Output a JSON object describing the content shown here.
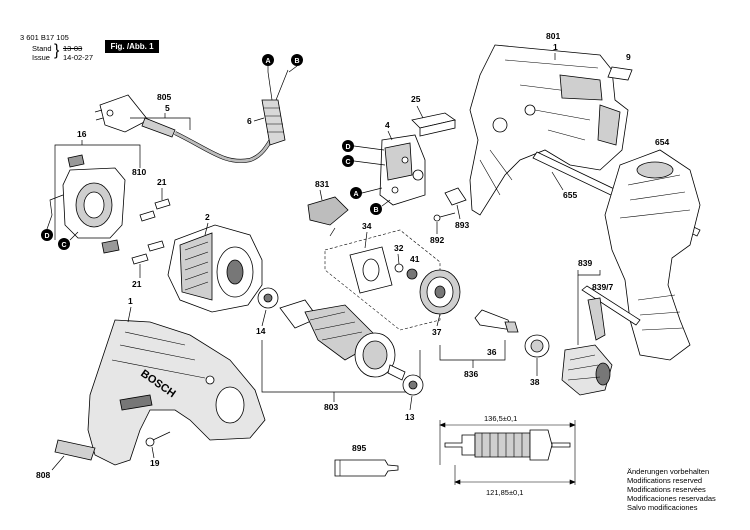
{
  "header": {
    "doc_number": "3 601 B17 105",
    "stand_label": "Stand",
    "issue_label": "Issue",
    "stand_value": "13-03",
    "issue_value": "14-02-27",
    "figure_label": "Fig. /Abb. 1"
  },
  "callouts": [
    {
      "id": "801",
      "text": "801"
    },
    {
      "id": "1-top",
      "text": "1"
    },
    {
      "id": "9",
      "text": "9"
    },
    {
      "id": "654",
      "text": "654"
    },
    {
      "id": "655",
      "text": "655"
    },
    {
      "id": "25",
      "text": "25"
    },
    {
      "id": "4",
      "text": "4"
    },
    {
      "id": "805",
      "text": "805"
    },
    {
      "id": "5",
      "text": "5"
    },
    {
      "id": "6",
      "text": "6"
    },
    {
      "id": "16",
      "text": "16"
    },
    {
      "id": "810",
      "text": "810"
    },
    {
      "id": "21-top",
      "text": "21"
    },
    {
      "id": "21-bottom",
      "text": "21"
    },
    {
      "id": "2",
      "text": "2"
    },
    {
      "id": "831",
      "text": "831"
    },
    {
      "id": "34",
      "text": "34"
    },
    {
      "id": "32",
      "text": "32"
    },
    {
      "id": "41",
      "text": "41"
    },
    {
      "id": "892",
      "text": "892"
    },
    {
      "id": "893",
      "text": "893"
    },
    {
      "id": "839",
      "text": "839"
    },
    {
      "id": "839-7",
      "text": "839/7"
    },
    {
      "id": "37",
      "text": "37"
    },
    {
      "id": "36",
      "text": "36"
    },
    {
      "id": "836",
      "text": "836"
    },
    {
      "id": "38",
      "text": "38"
    },
    {
      "id": "1-bottom",
      "text": "1"
    },
    {
      "id": "14",
      "text": "14"
    },
    {
      "id": "803",
      "text": "803"
    },
    {
      "id": "13",
      "text": "13"
    },
    {
      "id": "808",
      "text": "808"
    },
    {
      "id": "19",
      "text": "19"
    },
    {
      "id": "895",
      "text": "895"
    }
  ],
  "connector_markers": [
    {
      "id": "A-top",
      "text": "A"
    },
    {
      "id": "B-top",
      "text": "B"
    },
    {
      "id": "D-switch",
      "text": "D"
    },
    {
      "id": "C-switch",
      "text": "C"
    },
    {
      "id": "A-switch",
      "text": "A"
    },
    {
      "id": "B-switch",
      "text": "B"
    },
    {
      "id": "D-brush",
      "text": "D"
    },
    {
      "id": "C-brush",
      "text": "C"
    }
  ],
  "dimensions": {
    "top": "136,5±0,1",
    "bottom": "121,85±0,1"
  },
  "brand_mark": "BOSCH",
  "notes": [
    "Änderungen vorbehalten",
    "Modifications reserved",
    "Modifications reservées",
    "Modificaciones reservadas",
    "Salvo modificaciones"
  ]
}
